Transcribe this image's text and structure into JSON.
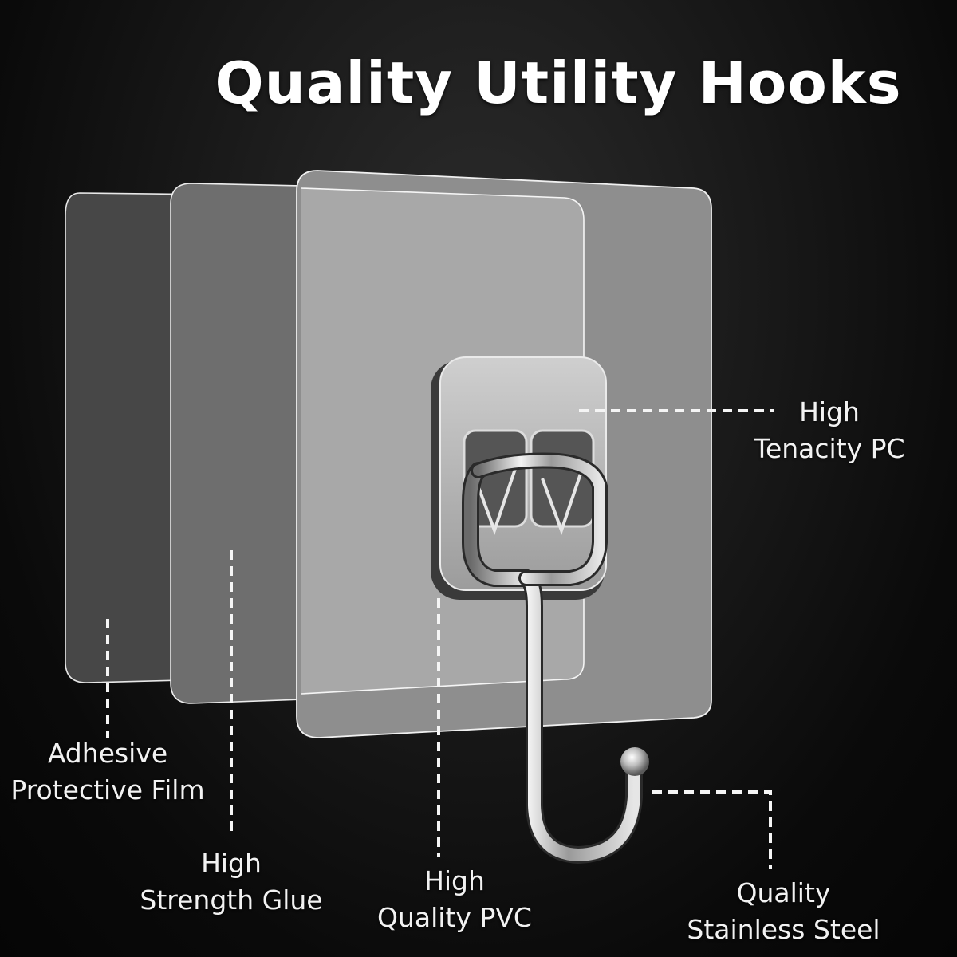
{
  "title": "Quality Utility Hooks",
  "colors": {
    "background": "#0b0b0b",
    "text": "#ffffff",
    "film_back": "#4a4a4a",
    "film_middle": "#6e6e6e",
    "film_front": "#a9a9a9",
    "steel": "#d8d8d8"
  },
  "callouts": [
    {
      "id": "adhesive-film",
      "lines": [
        "Adhesive",
        "Protective Film"
      ]
    },
    {
      "id": "strength-glue",
      "lines": [
        "High",
        "Strength Glue"
      ]
    },
    {
      "id": "quality-pvc",
      "lines": [
        "High",
        "Quality PVC"
      ]
    },
    {
      "id": "tenacity-pc",
      "lines": [
        "High",
        "Tenacity PC"
      ]
    },
    {
      "id": "stainless-steel",
      "lines": [
        "Quality",
        "Stainless Steel"
      ]
    }
  ]
}
